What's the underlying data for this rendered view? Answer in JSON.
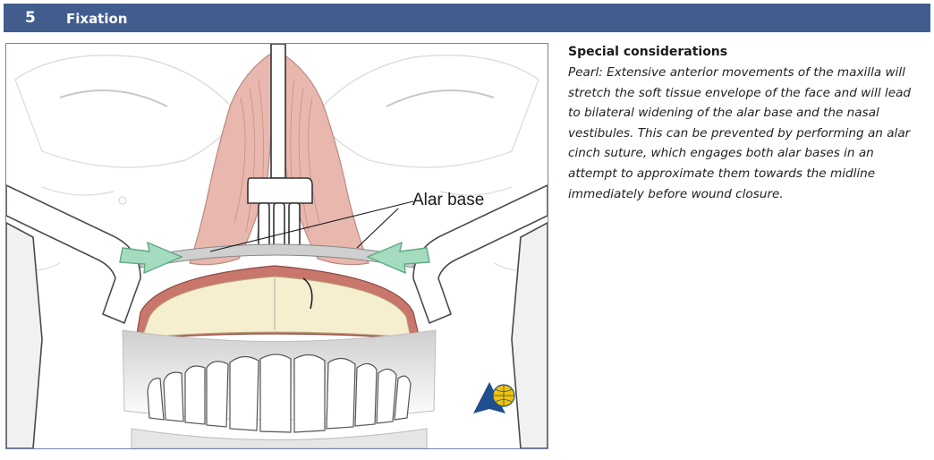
{
  "header": {
    "step_number": "5",
    "step_title": "Fixation"
  },
  "figure": {
    "callout_label": "Alar base",
    "logo_icon": "ao-foundation-logo-icon"
  },
  "content": {
    "heading": "Special considerations",
    "pearl_text": "Pearl: Extensive anterior movements of the maxilla will stretch the soft tissue envelope of the face and will lead to bilateral widening of the alar base and the nasal vestibules. This can be prevented by performing an alar cinch suture, which engages both alar bases in an attempt to approximate them towards the midline immediately before wound closure."
  },
  "colors": {
    "header_bg": "#405d8e",
    "figure_border": "#6f86ad",
    "tissue_pink": "#e8b7ad",
    "mucosa_rim": "#c9766c",
    "arrow_green": "#a5dcbf"
  }
}
